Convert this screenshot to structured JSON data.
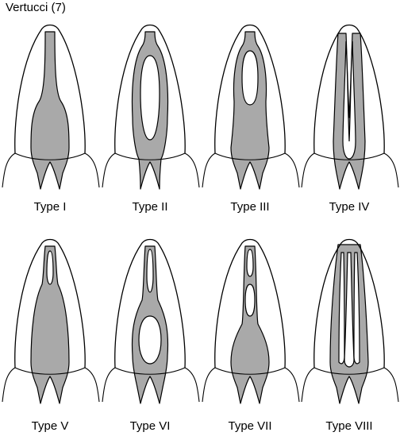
{
  "title": "Vertucci (7)",
  "colors": {
    "outline": "#000000",
    "canal_fill": "#a9a9a9",
    "background": "#ffffff"
  },
  "types": [
    {
      "label": "Type I",
      "shape": "single-canal"
    },
    {
      "label": "Type II",
      "shape": "two-canals-join-before-apex"
    },
    {
      "label": "Type III",
      "shape": "one-divides-into-two-then-rejoins"
    },
    {
      "label": "Type IV",
      "shape": "two-separate-canals"
    },
    {
      "label": "Type V",
      "shape": "one-divides-into-two-near-apex"
    },
    {
      "label": "Type VI",
      "shape": "two-join-then-divide-again"
    },
    {
      "label": "Type VII",
      "shape": "one-divides-rejoins-divides-again"
    },
    {
      "label": "Type VIII",
      "shape": "three-separate-canals"
    }
  ]
}
